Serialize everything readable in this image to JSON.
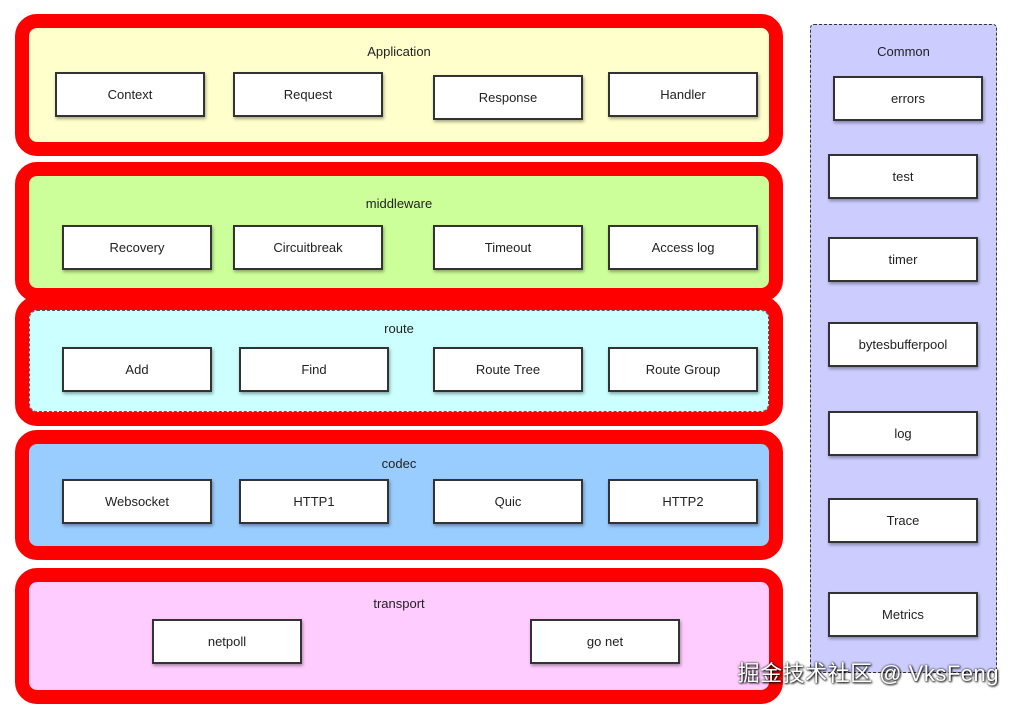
{
  "layers": {
    "application": {
      "title": "Application",
      "fill": "#ffffcc",
      "items": [
        "Context",
        "Request",
        "Response",
        "Handler"
      ]
    },
    "middleware": {
      "title": "middleware",
      "fill": "#ccff99",
      "items": [
        "Recovery",
        "Circuitbreak",
        "Timeout",
        "Access log"
      ]
    },
    "route": {
      "title": "route",
      "fill": "#ccffff",
      "items": [
        "Add",
        "Find",
        "Route Tree",
        "Route Group"
      ]
    },
    "codec": {
      "title": "codec",
      "fill": "#99ccff",
      "items": [
        "Websocket",
        "HTTP1",
        "Quic",
        "HTTP2"
      ]
    },
    "transport": {
      "title": "transport",
      "fill": "#ffccff",
      "items": [
        "netpoll",
        "go net"
      ]
    }
  },
  "common": {
    "title": "Common",
    "fill": "#ccccff",
    "items": [
      "errors",
      "test",
      "timer",
      "bytesbufferpool",
      "log",
      "Trace",
      "Metrics"
    ]
  },
  "colors": {
    "border_red": "#ff0000"
  },
  "watermark": "掘金技术社区 @ VksFeng"
}
